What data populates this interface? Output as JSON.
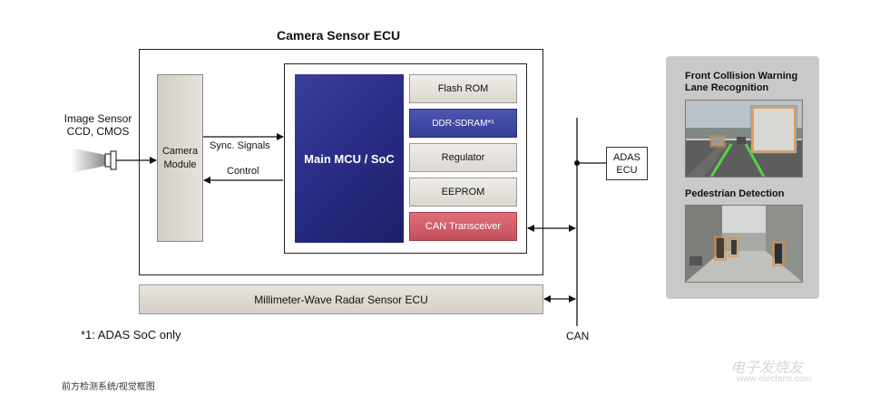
{
  "diagram": {
    "title": "Camera Sensor ECU",
    "image_sensor": {
      "line1": "Image Sensor",
      "line2": "CCD, CMOS"
    },
    "camera_module": {
      "line1": "Camera",
      "line2": "Module"
    },
    "signals": {
      "sync": "Sync. Signals",
      "control": "Control"
    },
    "main_mcu": "Main MCU / SoC",
    "chips": [
      {
        "label": "Flash ROM",
        "style": "normal"
      },
      {
        "label": "DDR-SDRAM*¹",
        "style": "blue"
      },
      {
        "label": "Regulator",
        "style": "normal"
      },
      {
        "label": "EEPROM",
        "style": "normal"
      },
      {
        "label": "CAN Transceiver",
        "style": "red"
      }
    ],
    "adas_ecu": {
      "line1": "ADAS",
      "line2": "ECU"
    },
    "radar_ecu": "Millimeter-Wave Radar Sensor ECU",
    "can_label": "CAN",
    "footnote": "*1: ADAS SoC only"
  },
  "panel": {
    "section1": {
      "line1": "Front Collision Warning",
      "line2": "Lane Recognition"
    },
    "section2": "Pedestrian Detection"
  },
  "caption": "前方检测系统/视觉框图",
  "watermark": {
    "brand": "电子发烧友",
    "url": "www.elecfans.com"
  },
  "colors": {
    "mcu": "#2a2e86",
    "sdram": "#3c44a0",
    "can_transceiver": "#d35f6c",
    "panel_bg": "#c9c9c9"
  }
}
